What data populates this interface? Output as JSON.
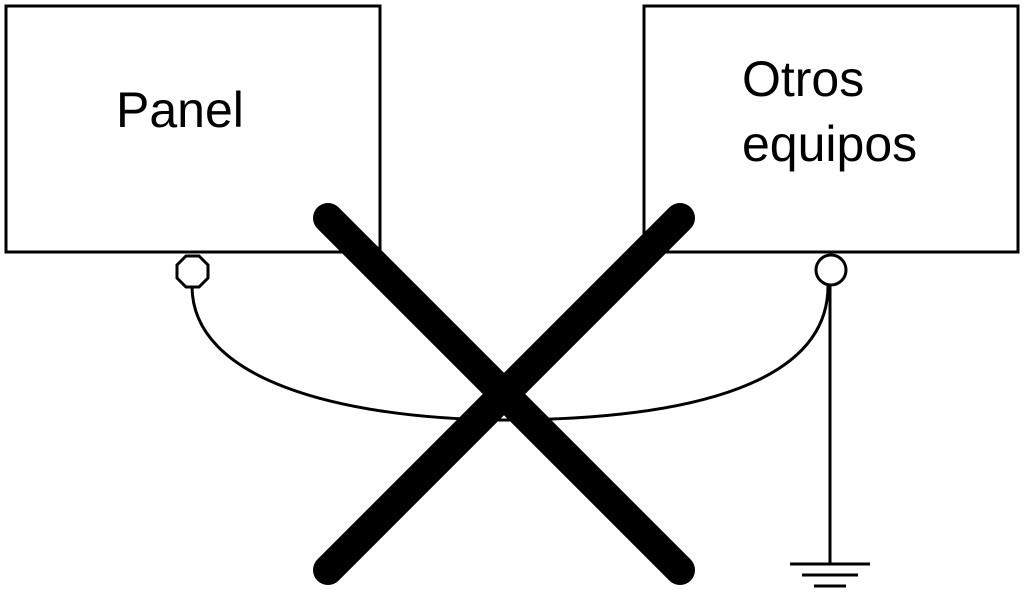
{
  "diagram": {
    "panel": {
      "label": "Panel"
    },
    "other_equipment": {
      "label_line1": "Otros",
      "label_line2": "equipos"
    },
    "colors": {
      "stroke": "#000000",
      "background": "#ffffff"
    },
    "icons": {
      "ground": "ground-symbol-icon",
      "prohibited": "cross-x-icon"
    }
  }
}
